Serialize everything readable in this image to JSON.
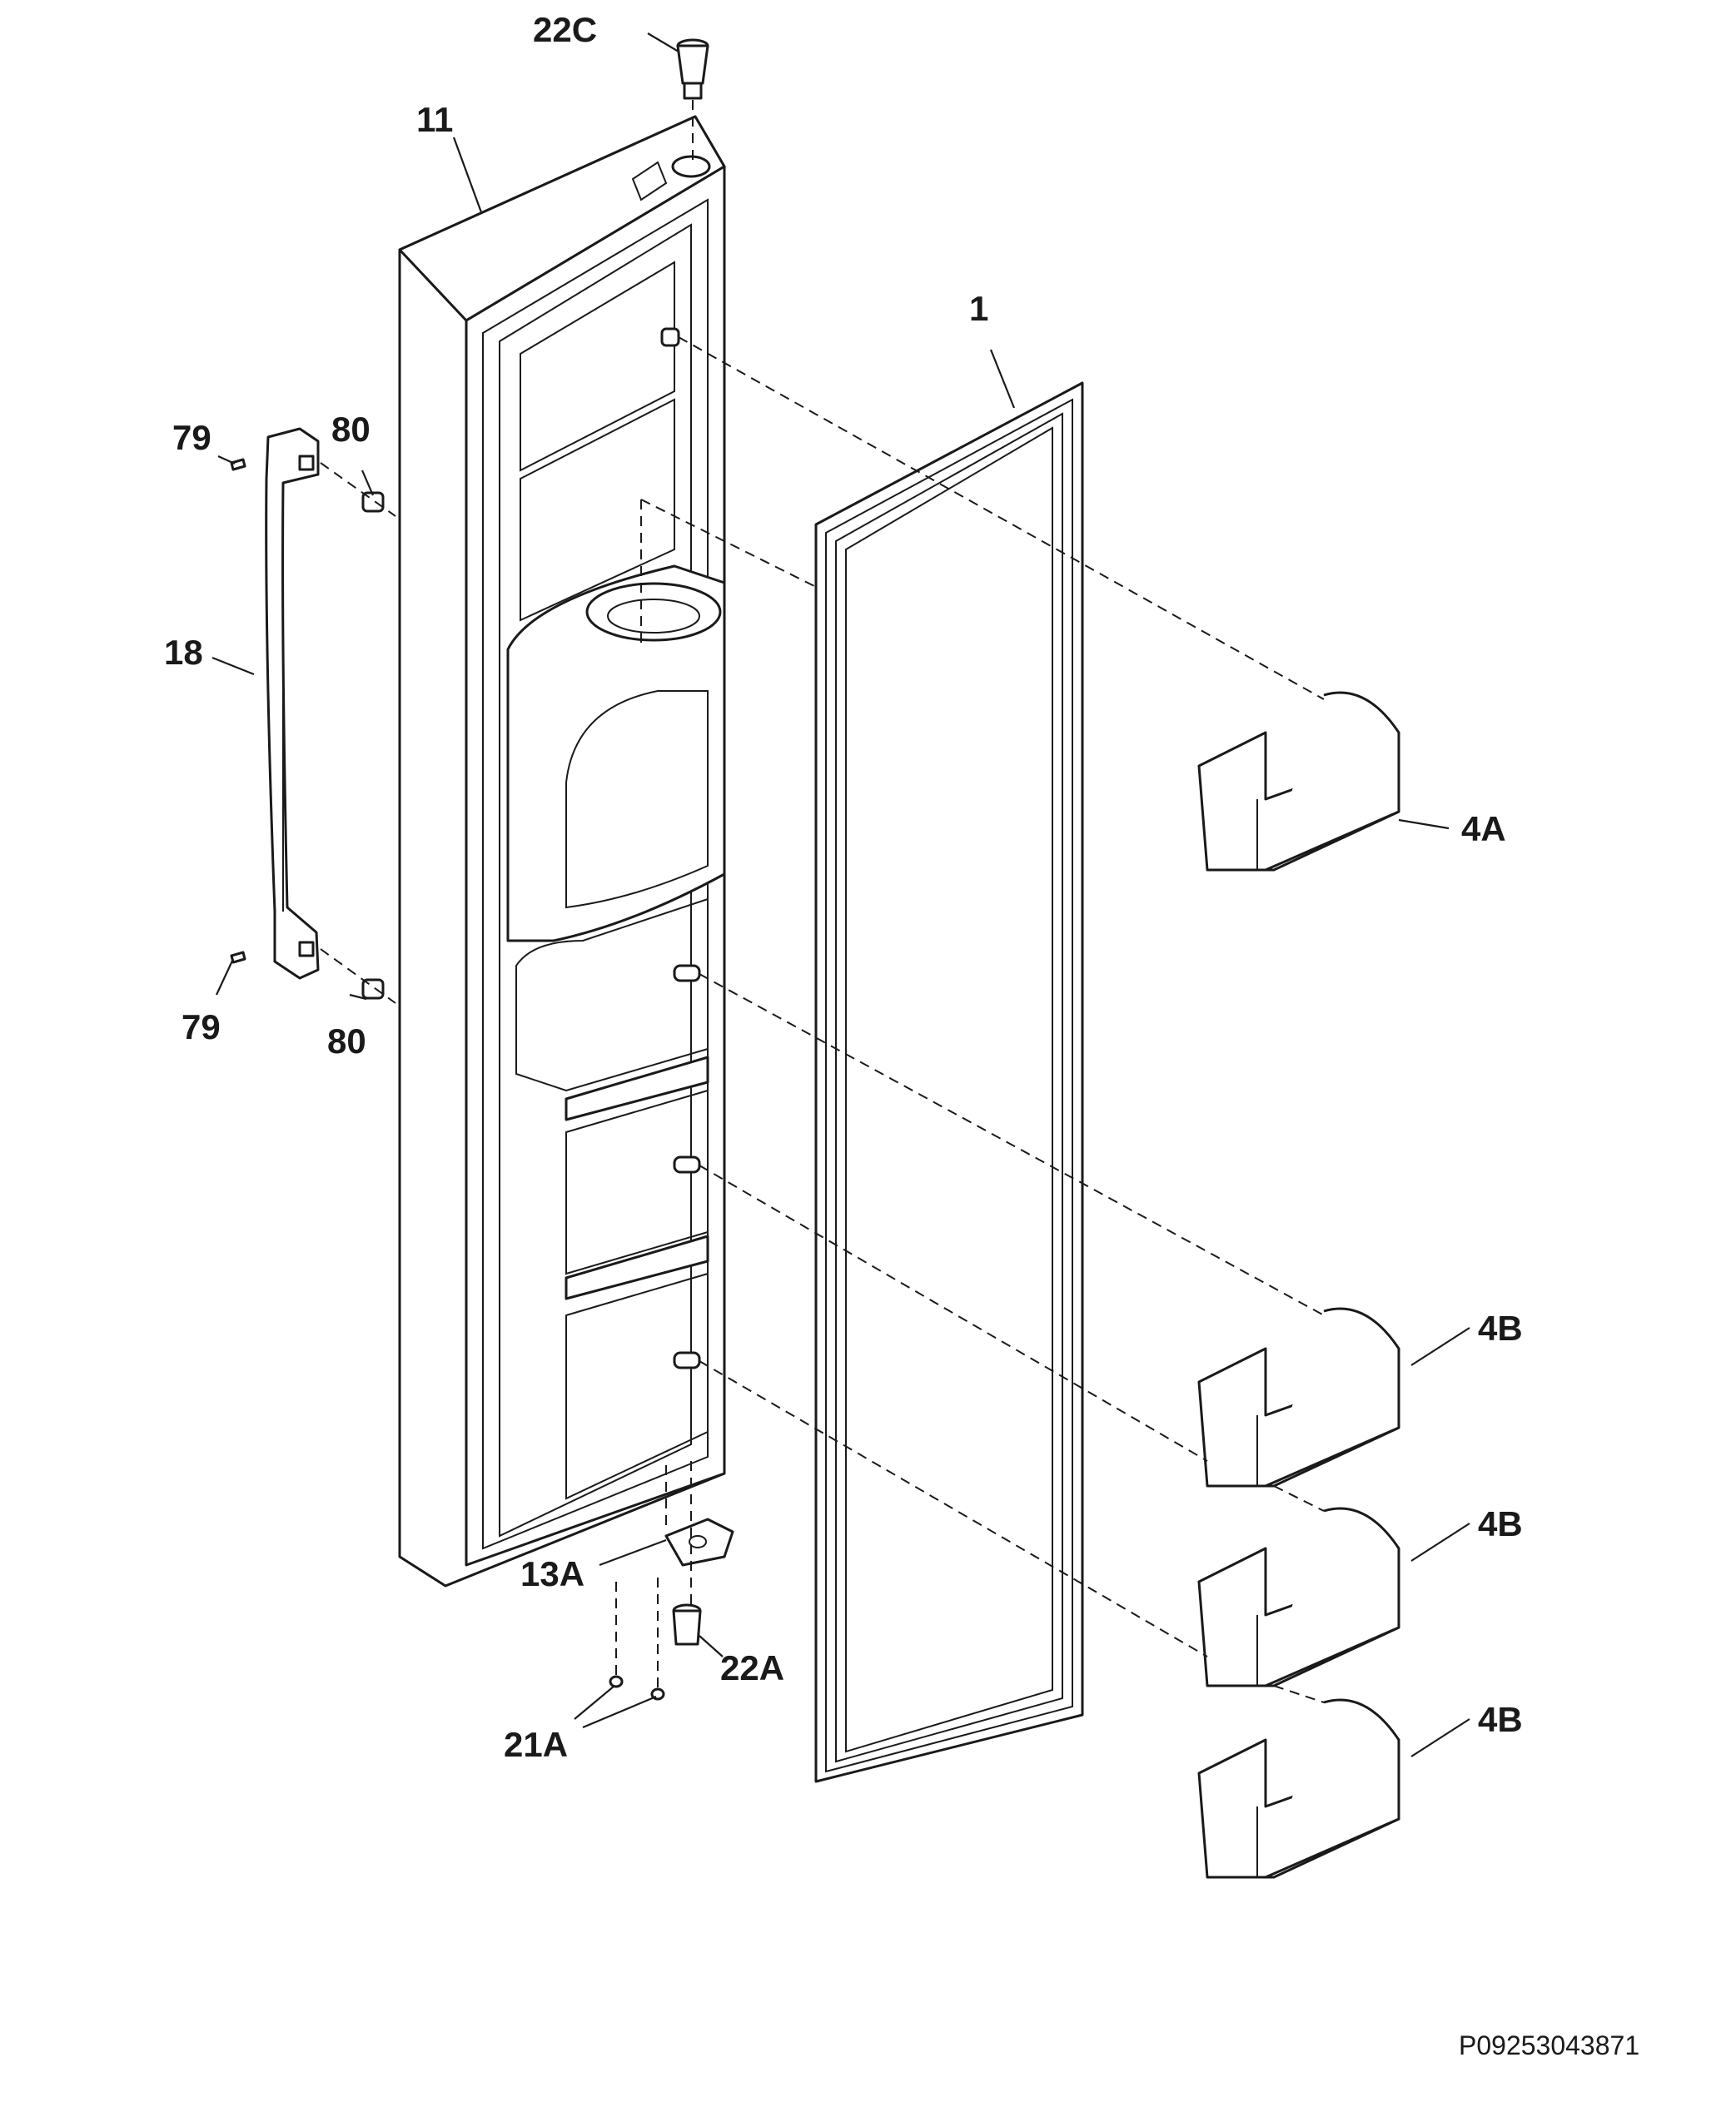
{
  "callouts": {
    "c22C": "22C",
    "c11": "11",
    "c1": "1",
    "c79_top": "79",
    "c80_top": "80",
    "c18": "18",
    "c79_bot": "79",
    "c80_bot": "80",
    "c4A": "4A",
    "c4B_1": "4B",
    "c4B_2": "4B",
    "c4B_3": "4B",
    "c13A": "13A",
    "c22A": "22A",
    "c21A": "21A"
  },
  "drawing_code": "P09253043871"
}
